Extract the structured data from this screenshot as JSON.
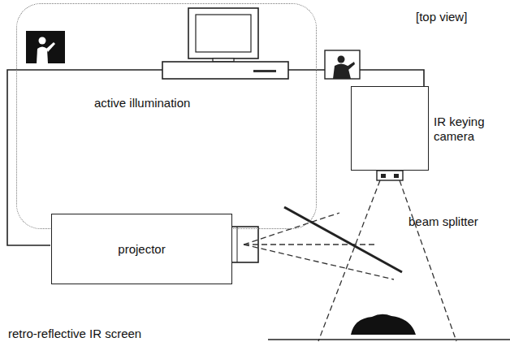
{
  "diagram": {
    "nodes": [
      {
        "text": [
          "active illumination"
        ]
      },
      {
        "text": [
          "projector"
        ],
        "in": 0
      },
      {
        "text": [
          "IR keying camera"
        ]
      }
    ],
    "labels": [
      "[top view]",
      "beam splitter",
      "retro-reflective IR screen"
    ]
  }
}
